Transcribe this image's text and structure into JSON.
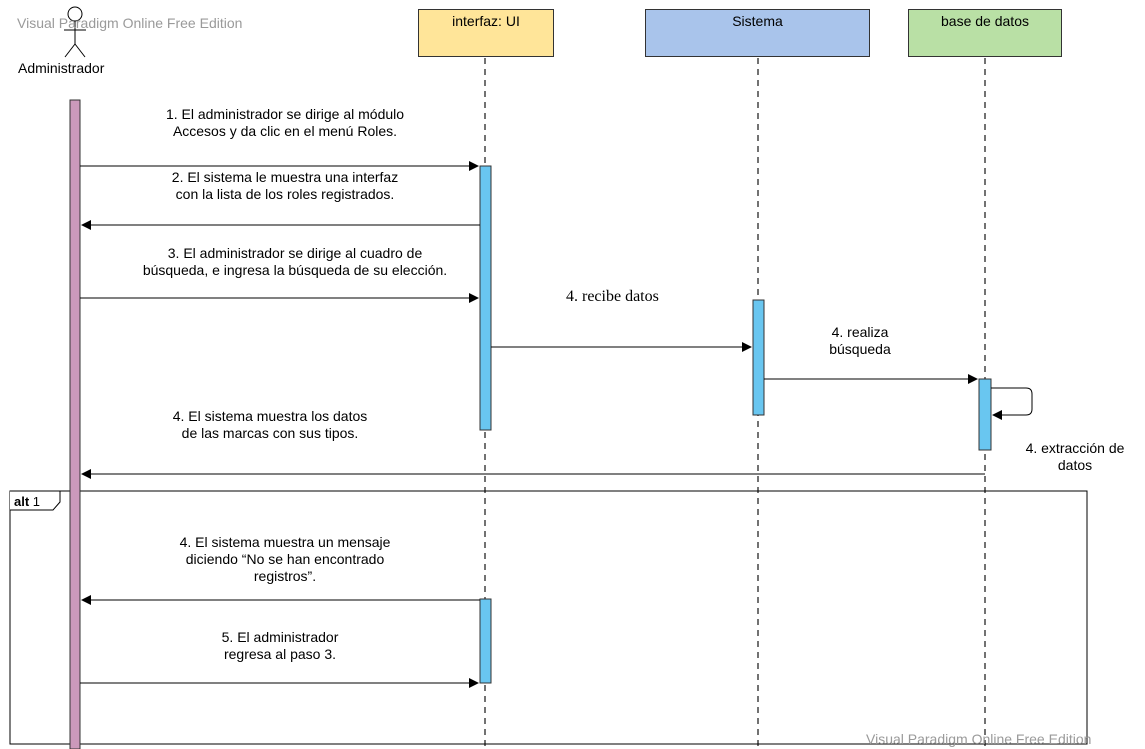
{
  "watermark": {
    "top": "Visual Paradigm Online Free Edition",
    "bottom": "Visual Paradigm Online Free Edition"
  },
  "actor": {
    "label": "Administrador"
  },
  "lifelines": {
    "ui": {
      "label": "interfaz: UI",
      "fill": "#ffe599"
    },
    "sistema": {
      "label": "Sistema",
      "fill": "#a9c4eb"
    },
    "db": {
      "label": "base de datos",
      "fill": "#b9e0a5"
    }
  },
  "colors": {
    "actor_activation": "#cc99bb",
    "activation": "#69c6f0",
    "line": "#000000"
  },
  "messages": {
    "m1": {
      "line1": "1. El administrador se dirige al módulo",
      "line2": "Accesos y da clic en el menú Roles."
    },
    "m2": {
      "line1": "2. El sistema le muestra una interfaz",
      "line2": "con la lista de los roles registrados."
    },
    "m3": {
      "line1": "3. El administrador se dirige al cuadro de",
      "line2": "búsqueda, e ingresa la búsqueda de su elección."
    },
    "m4": {
      "text": "4. recibe datos"
    },
    "m5": {
      "line1": "4. realiza",
      "line2": "búsqueda"
    },
    "m6": {
      "line1": "4. extracción de",
      "line2": "datos"
    },
    "m7": {
      "line1": "4. El sistema muestra los datos",
      "line2": "de las marcas con sus tipos."
    },
    "m8": {
      "line1": "4. El sistema muestra un mensaje",
      "line2": "diciendo “No se han encontrado",
      "line3": "registros”."
    },
    "m9": {
      "line1": "5. El administrador",
      "line2": "regresa al paso 3."
    }
  },
  "fragment": {
    "keyword": "alt",
    "guard": "1"
  }
}
